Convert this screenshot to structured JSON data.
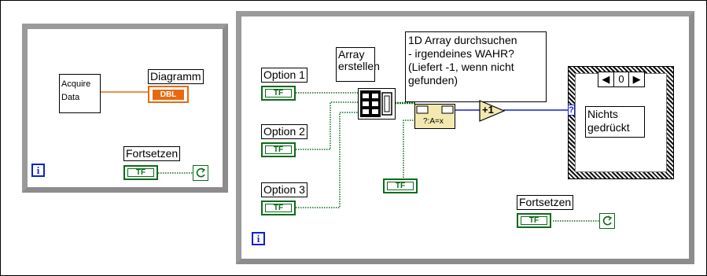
{
  "left_diagram": {
    "acquire_label": "Acquire Data",
    "chart_label": "Diagramm",
    "chart_type": "DBL",
    "continue_label": "Fortsetzen",
    "bool_type": "TF",
    "iteration_glyph": "i"
  },
  "right_diagram": {
    "option1_label": "Option 1",
    "option2_label": "Option 2",
    "option3_label": "Option 3",
    "bool_type": "TF",
    "build_array_label_line1": "Array",
    "build_array_label_line2": "erstellen",
    "search_comment": [
      "1D Array durchsuchen",
      "- irgendeines WAHR?",
      "(Liefert -1, wenn nicht",
      "gefunden)"
    ],
    "increment_label": "+1",
    "case_selector_value": "0",
    "case_text_line1": "Nichts",
    "case_text_line2": "gedrückt",
    "case_terminal_glyph": "?",
    "continue_label": "Fortsetzen",
    "iteration_glyph": "i"
  },
  "colors": {
    "boolean_wire": "#0b6b1a",
    "numeric_wire": "#e86a10",
    "int_wire": "#1020d0",
    "loop_border": "#8c8c8c"
  }
}
